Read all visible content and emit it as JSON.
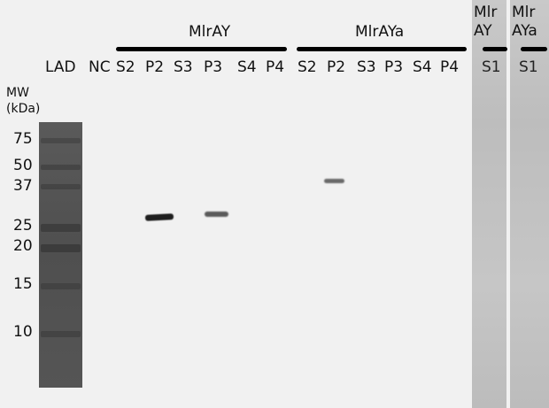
{
  "groups": {
    "g1": "MlrAY",
    "g2": "MlrAYa",
    "g3a": "Mlr",
    "g3b": "AY",
    "g4a": "Mlr",
    "g4b": "AYa"
  },
  "lanes": {
    "lad": "LAD",
    "nc": "NC",
    "a_s2": "S2",
    "a_p2": "P2",
    "a_s3": "S3",
    "a_p3": "P3",
    "a_s4": "S4",
    "a_p4": "P4",
    "b_s2": "S2",
    "b_p2": "P2",
    "b_s3": "S3",
    "b_p3": "P3",
    "b_s4": "S4",
    "b_p4": "P4",
    "c_s1": "S1",
    "d_s1": "S1"
  },
  "mw": {
    "line1": "MW",
    "line2": "(kDa)",
    "m75": "75",
    "m50": "50",
    "m37": "37",
    "m25": "25",
    "m20": "20",
    "m15": "15",
    "m10": "10"
  },
  "colors": {
    "background": "#f1f1f1",
    "ladder": "#555555",
    "strip": "#c4c4c4",
    "band": "#2b2b2b"
  }
}
